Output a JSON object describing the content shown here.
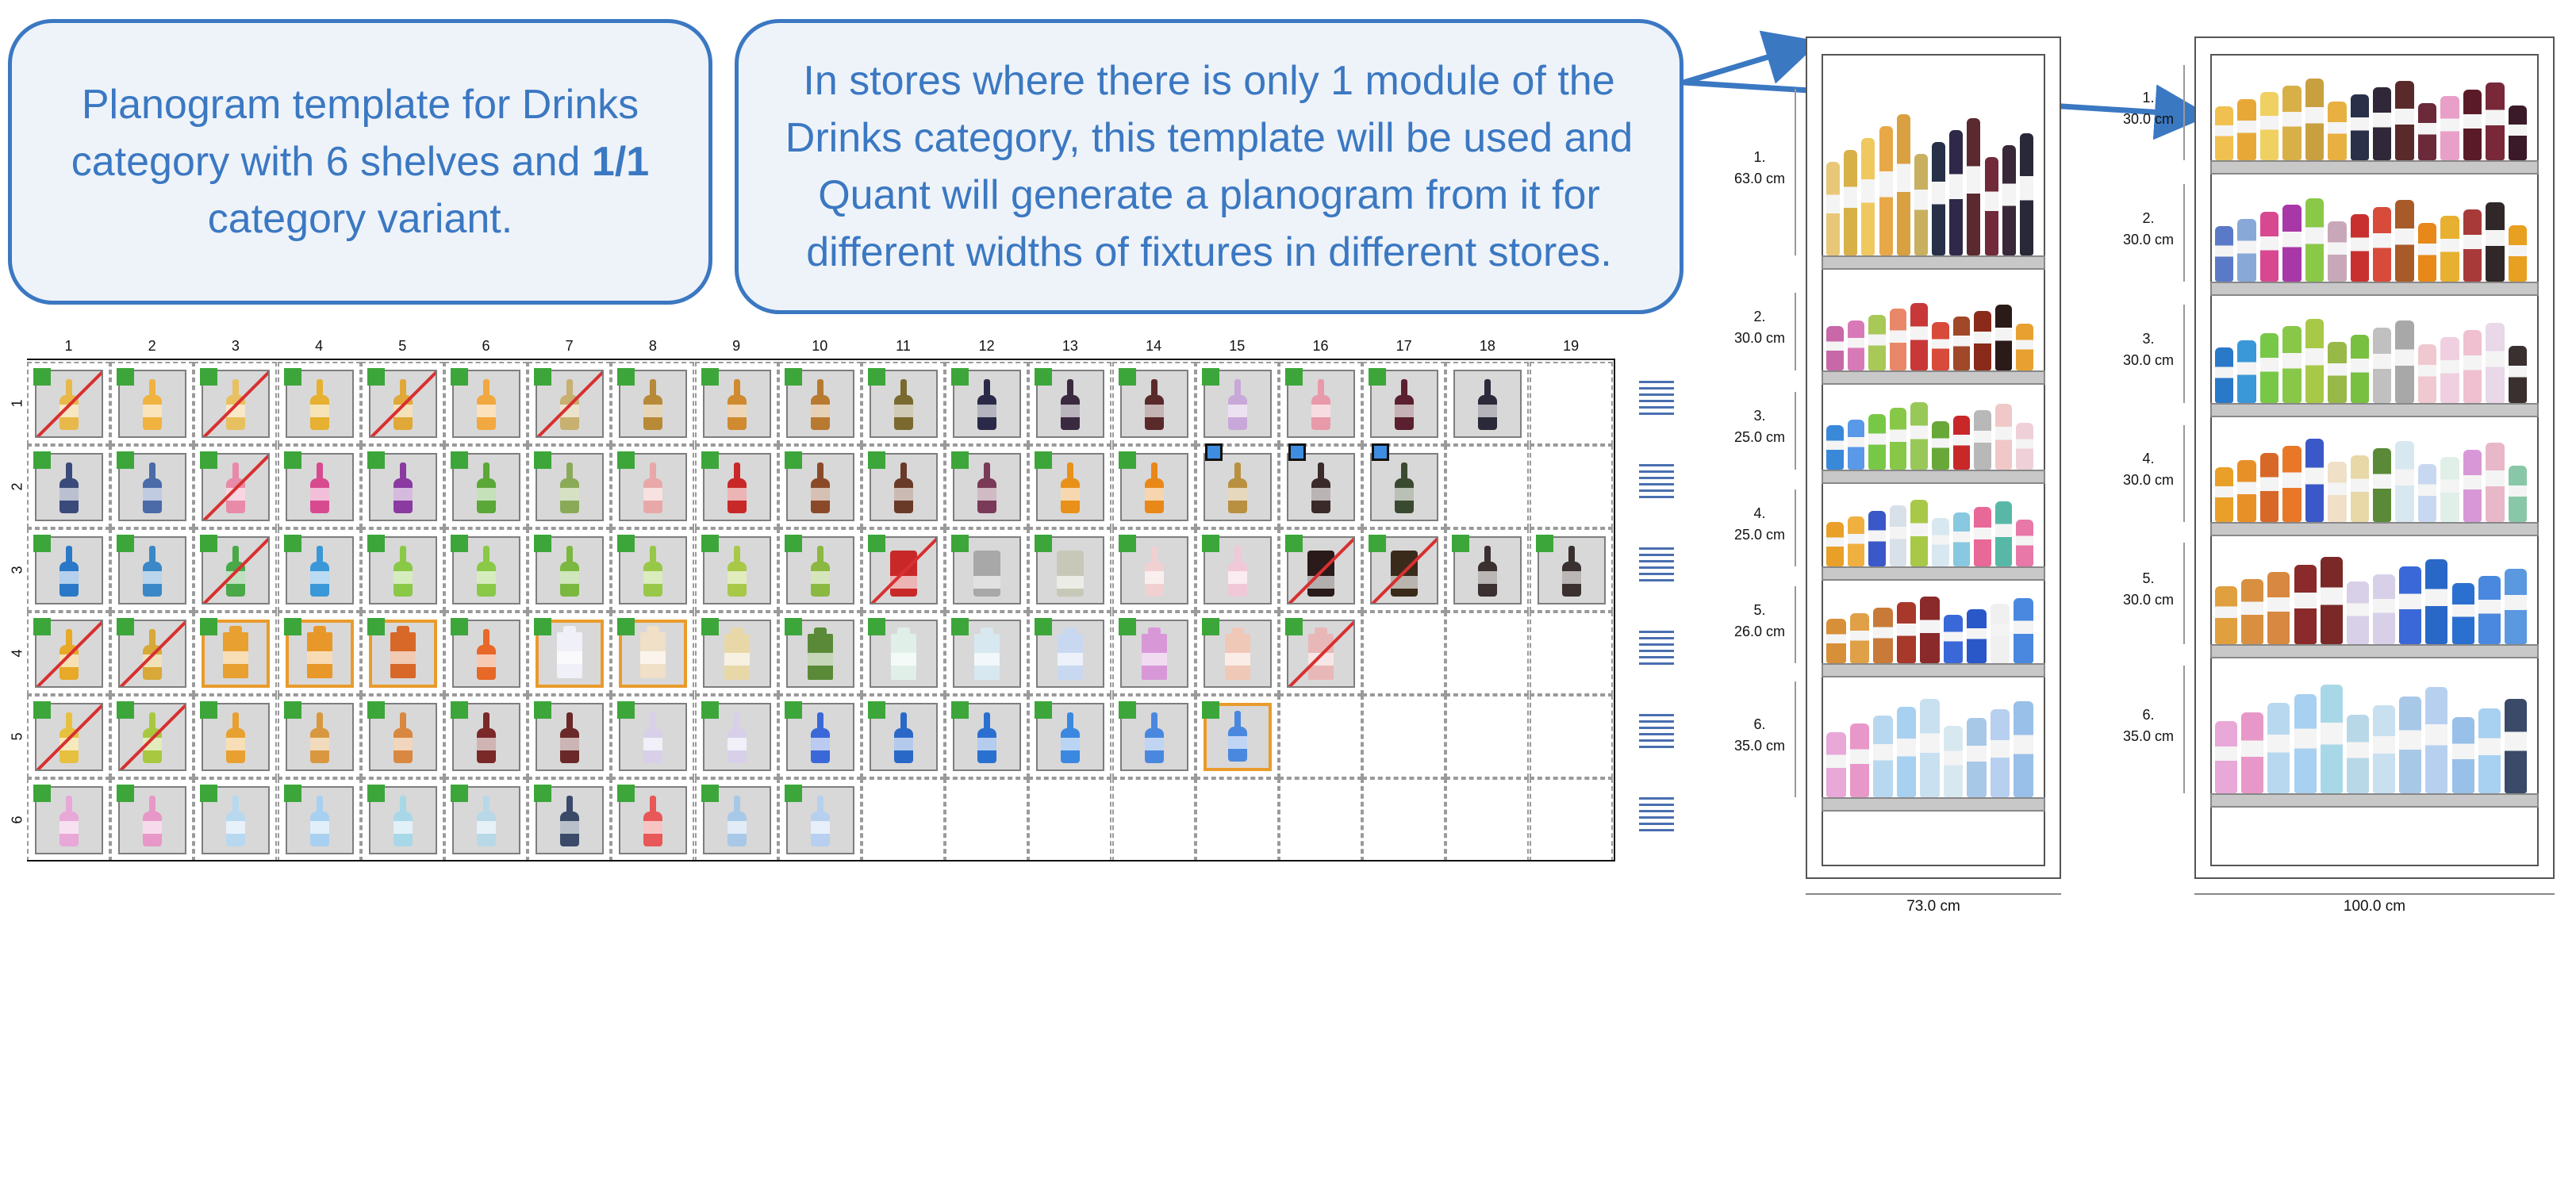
{
  "callouts": {
    "left_line1": "Planogram template for Drinks",
    "left_line2_pre": "category with 6 shelves and ",
    "left_line2_bold": "1/1",
    "left_line3": "category variant.",
    "right_line1": "In stores where there is only 1 module of the",
    "right_line2": "Drinks category, this template will be used and",
    "right_line3": "Quant will generate a planogram from it for",
    "right_line4": "different widths of fixtures in different stores."
  },
  "grid": {
    "columns": [
      "1",
      "2",
      "3",
      "4",
      "5",
      "6",
      "7",
      "8",
      "9",
      "10",
      "11",
      "12",
      "13",
      "14",
      "15",
      "16",
      "17",
      "18",
      "19"
    ],
    "rows": [
      "1",
      "2",
      "3",
      "4",
      "5",
      "6"
    ],
    "rows_data": [
      {
        "row": "1",
        "cells": [
          {
            "x": true,
            "c": "#e8b94a"
          },
          {
            "c": "#f0b340"
          },
          {
            "x": true,
            "c": "#e8c060"
          },
          {
            "c": "#e6b030"
          },
          {
            "x": true,
            "c": "#e0a838"
          },
          {
            "c": "#f2a840"
          },
          {
            "x": true,
            "c": "#c8b070"
          },
          {
            "o": false,
            "c": "#b88a38"
          },
          {
            "c": "#d08a30"
          },
          {
            "c": "#b87a30"
          },
          {
            "c": "#7a6a30"
          },
          {
            "c": "#2a2a48"
          },
          {
            "c": "#3a2a40"
          },
          {
            "c": "#5a2a2a"
          },
          {
            "c": "#c8a8d8"
          },
          {
            "c": "#e89aaa"
          },
          {
            "c": "#5a2030"
          },
          {
            "c": "#2a2a3a",
            "nogreen": true
          }
        ]
      },
      {
        "row": "2",
        "cells": [
          {
            "c": "#3a4a7a"
          },
          {
            "c": "#4a6aa8"
          },
          {
            "x": true,
            "c": "#e88aa8"
          },
          {
            "c": "#d84a90"
          },
          {
            "c": "#8a3aa0"
          },
          {
            "c": "#5aa838"
          },
          {
            "c": "#8aaa58"
          },
          {
            "c": "#e8a8a8"
          },
          {
            "c": "#c82828"
          },
          {
            "c": "#8a4a28"
          },
          {
            "c": "#6a3a28"
          },
          {
            "c": "#7a3a58"
          },
          {
            "c": "#e89018"
          },
          {
            "c": "#e88818"
          },
          {
            "b": true,
            "c": "#b89040"
          },
          {
            "b": true,
            "c": "#3a2a2a"
          },
          {
            "b": true,
            "c": "#3a4a30"
          }
        ]
      },
      {
        "row": "3",
        "cells": [
          {
            "c": "#2a78c8"
          },
          {
            "c": "#3a88c8"
          },
          {
            "x": true,
            "c": "#4aa848"
          },
          {
            "c": "#3a98d8"
          },
          {
            "c": "#8ac848"
          },
          {
            "c": "#8ac848"
          },
          {
            "c": "#7ab840"
          },
          {
            "c": "#98c848"
          },
          {
            "c": "#a8c848"
          },
          {
            "c": "#8ab840"
          },
          {
            "x": true,
            "can": true,
            "c": "#c82828"
          },
          {
            "can": true,
            "c": "#a8a8a8"
          },
          {
            "can": true,
            "c": "#c8c8b8"
          },
          {
            "c": "#f0d0d0"
          },
          {
            "c": "#f0c8d8"
          },
          {
            "x": true,
            "can": true,
            "c": "#2a1a1a"
          },
          {
            "x": true,
            "can": true,
            "c": "#3a2a1a"
          },
          {
            "c": "#3a3030"
          },
          {
            "c": "#3a3030"
          }
        ]
      },
      {
        "row": "4",
        "cells": [
          {
            "x": true,
            "c": "#e8a828"
          },
          {
            "x": true,
            "c": "#d8a838"
          },
          {
            "o": true,
            "box": true,
            "c": "#e8a030"
          },
          {
            "o": true,
            "box": true,
            "c": "#e89828"
          },
          {
            "o": true,
            "box": true,
            "c": "#d86828"
          },
          {
            "c": "#e86828"
          },
          {
            "o": true,
            "box": true,
            "c": "#f0f0f8"
          },
          {
            "o": true,
            "box": true,
            "c": "#f0e0c8"
          },
          {
            "box": true,
            "c": "#e8d8a8"
          },
          {
            "box": true,
            "c": "#5a8a38"
          },
          {
            "box": true,
            "c": "#e0f0e8"
          },
          {
            "box": true,
            "c": "#d8e8f0"
          },
          {
            "box": true,
            "c": "#c8d8f0"
          },
          {
            "box": true,
            "c": "#d898d8"
          },
          {
            "box": true,
            "c": "#f0c8b8"
          },
          {
            "x": true,
            "box": true,
            "c": "#e8b8b8"
          }
        ]
      },
      {
        "row": "5",
        "cells": [
          {
            "x": true,
            "c": "#e8c040"
          },
          {
            "x": true,
            "c": "#a8c840"
          },
          {
            "c": "#e8a030"
          },
          {
            "c": "#d89840"
          },
          {
            "c": "#d88840"
          },
          {
            "c": "#7a2828"
          },
          {
            "c": "#6a2828"
          },
          {
            "c": "#d8d0e8"
          },
          {
            "c": "#d8d0e8"
          },
          {
            "c": "#3a68d8"
          },
          {
            "c": "#2a68c8"
          },
          {
            "c": "#2a70d0"
          },
          {
            "c": "#3a88e0"
          },
          {
            "c": "#4a88e0"
          },
          {
            "o": true,
            "c": "#4a88e0"
          }
        ]
      },
      {
        "row": "6",
        "cells": [
          {
            "c": "#e8a8d8"
          },
          {
            "c": "#e898c8"
          },
          {
            "c": "#b8d8f0"
          },
          {
            "c": "#a8d0f0"
          },
          {
            "c": "#a8d8e8"
          },
          {
            "c": "#b8d8e8"
          },
          {
            "c": "#3a4a68"
          },
          {
            "c": "#e85858"
          },
          {
            "c": "#a8c8e8"
          },
          {
            "c": "#b8d0f0"
          }
        ]
      }
    ]
  },
  "fixture_73": {
    "width_label": "73.0 cm",
    "shelves": [
      {
        "num": "1.",
        "size": "63.0 cm"
      },
      {
        "num": "2.",
        "size": "30.0 cm"
      },
      {
        "num": "3.",
        "size": "25.0 cm"
      },
      {
        "num": "4.",
        "size": "25.0 cm"
      },
      {
        "num": "5.",
        "size": "26.0 cm"
      },
      {
        "num": "6.",
        "size": "35.0 cm"
      }
    ]
  },
  "fixture_100": {
    "width_label": "100.0 cm",
    "shelves": [
      {
        "num": "1.",
        "size": "30.0 cm"
      },
      {
        "num": "2.",
        "size": "30.0 cm"
      },
      {
        "num": "3.",
        "size": "30.0 cm"
      },
      {
        "num": "4.",
        "size": "30.0 cm"
      },
      {
        "num": "5.",
        "size": "30.0 cm"
      },
      {
        "num": "6.",
        "size": "35.0 cm"
      }
    ]
  },
  "colors": {
    "callout_border": "#3b78c2",
    "callout_fill": "#eef3f9",
    "tag_green": "#3da63a",
    "tag_blue": "#3e8de0",
    "cross_red": "#d83030",
    "orange_border": "#e99b2c"
  },
  "icons": {
    "row_menu": "hamburger-lines-icon",
    "arrow": "arrow-icon"
  }
}
